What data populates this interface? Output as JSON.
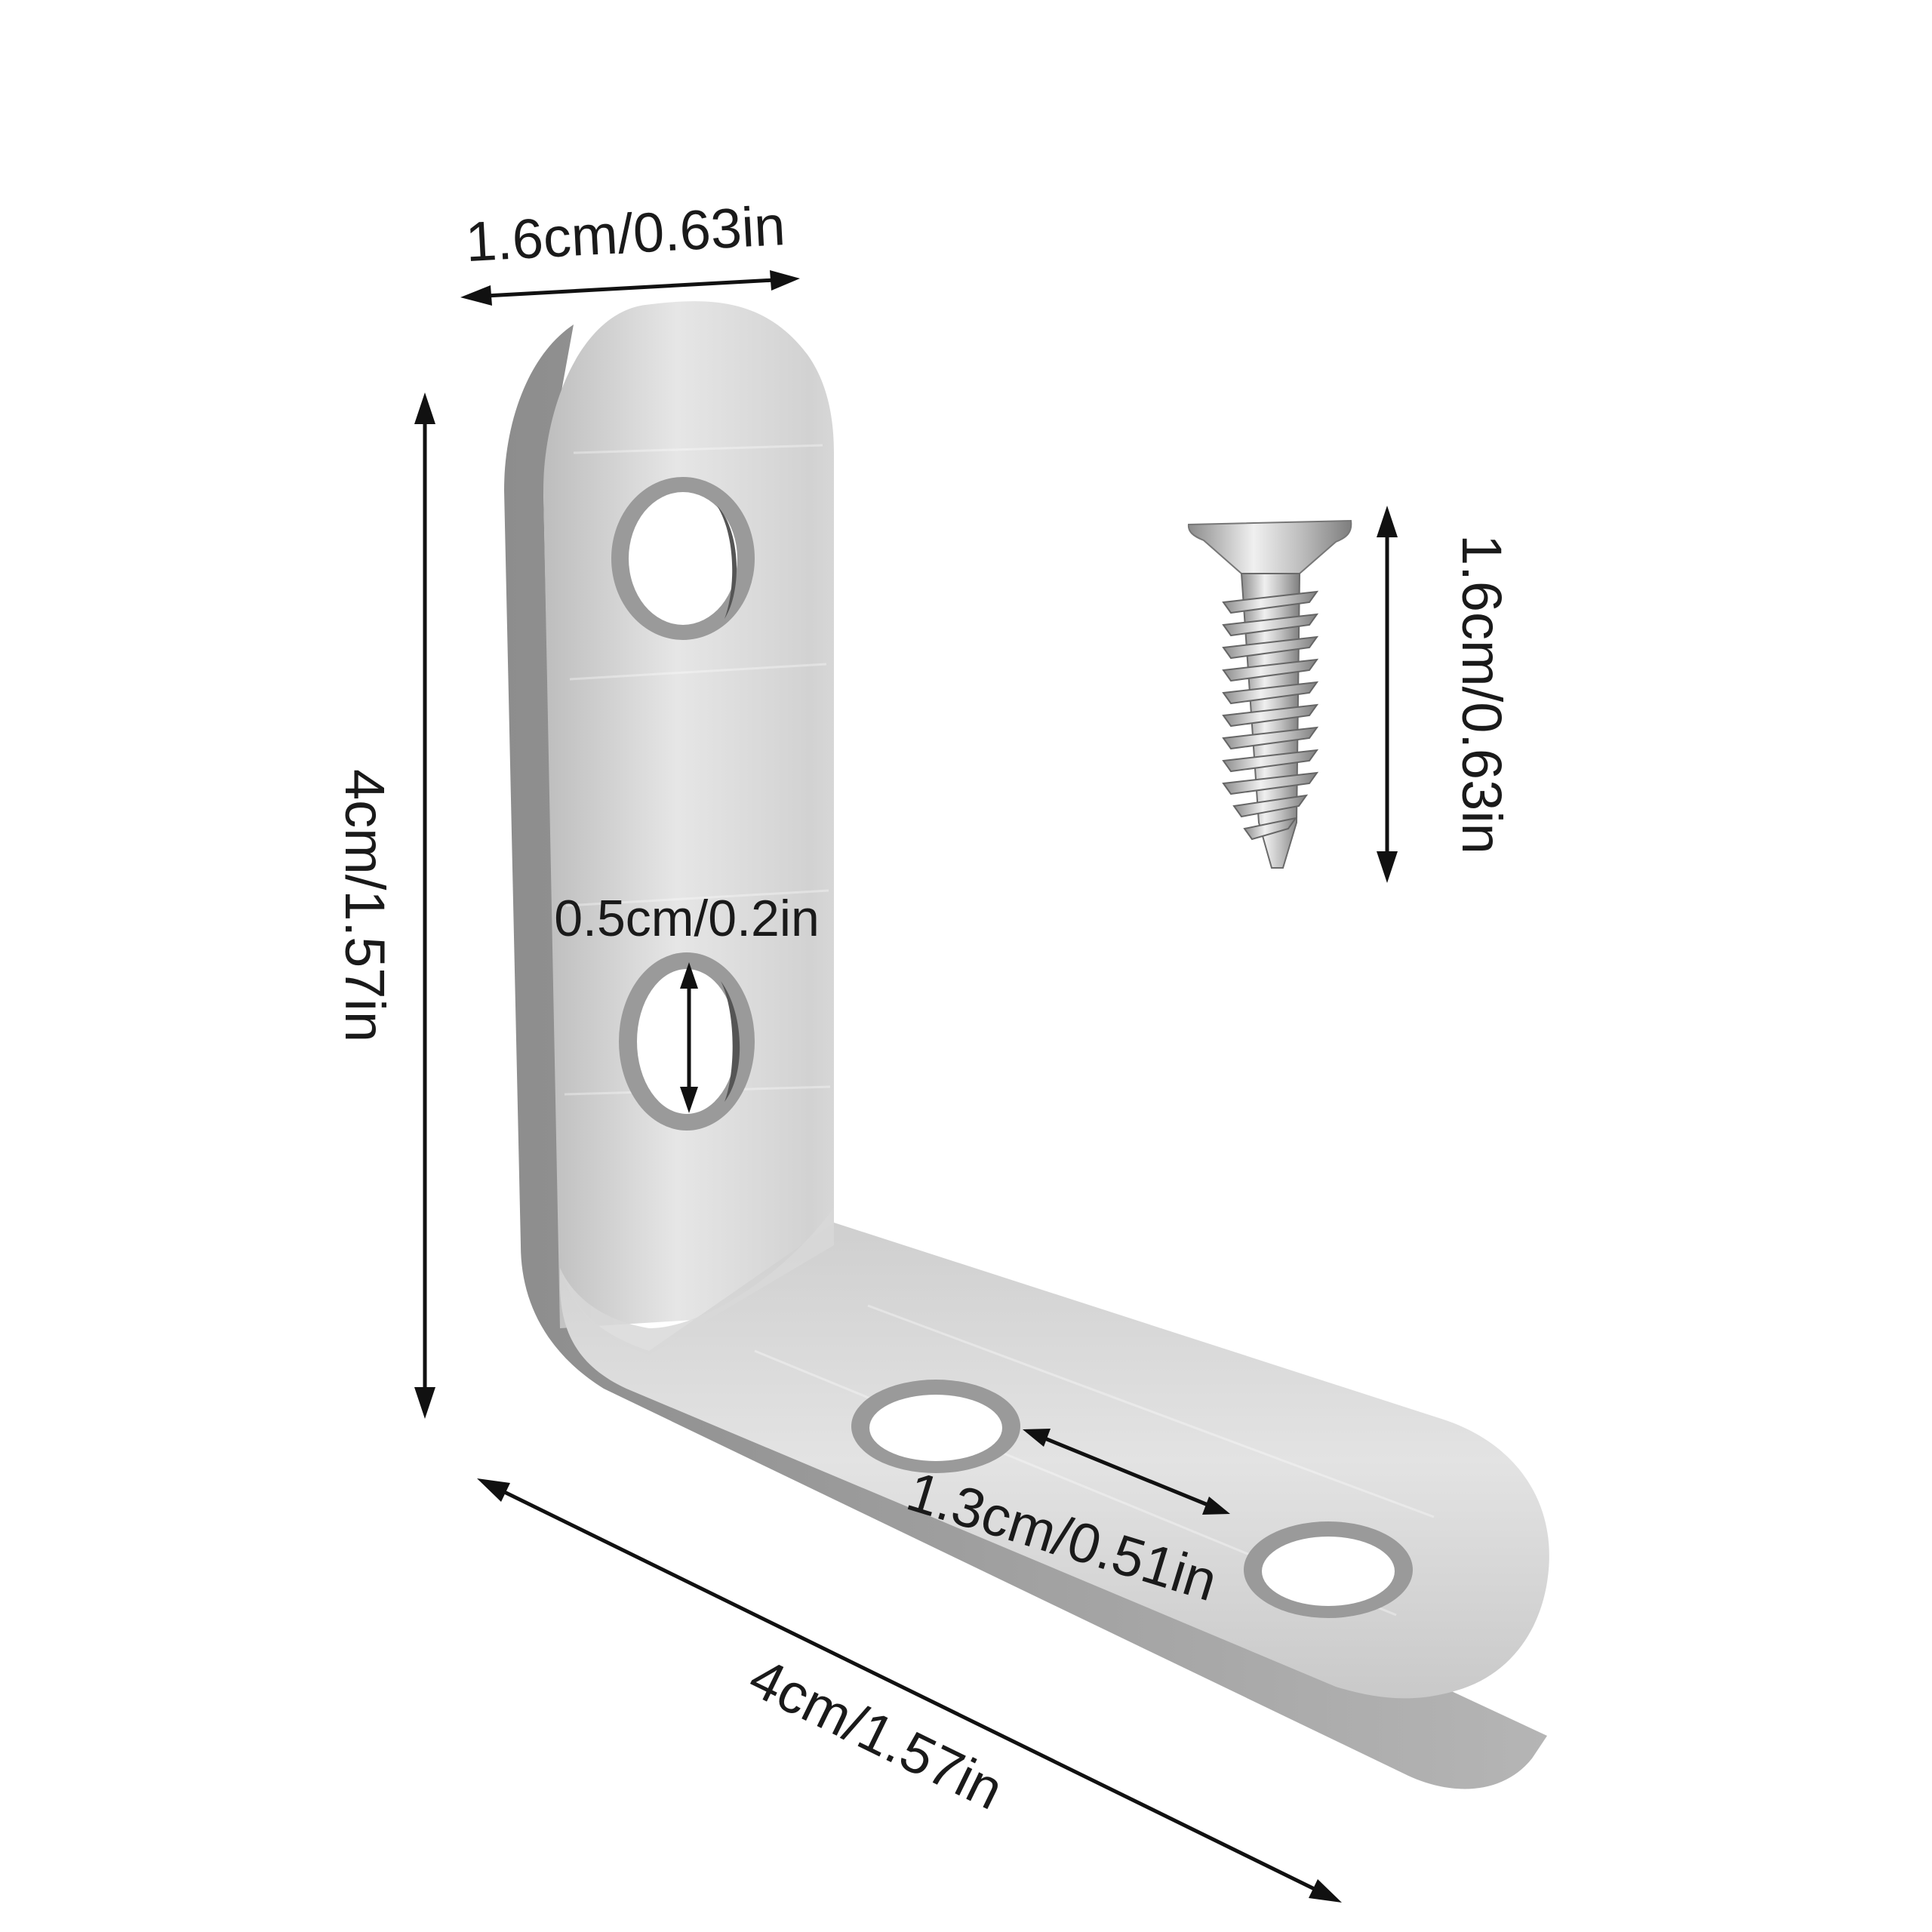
{
  "dimensions": {
    "bracket_width": "1.6cm/0.63in",
    "bracket_height": "4cm/1.57in",
    "bracket_length": "4cm/1.57in",
    "hole_diameter": "0.5cm/0.2in",
    "hole_spacing": "1.3cm/0.51in",
    "screw_length": "1.6cm/0.63in"
  },
  "colors": {
    "metal_light": "#e9e9e9",
    "metal_mid": "#c8c8c8",
    "metal_dark": "#8a8a8a",
    "edge": "#6e6e6e",
    "background": "#ffffff"
  },
  "icons": {
    "bracket": "l-shaped-corner-bracket",
    "screw": "countersunk-wood-screw"
  }
}
